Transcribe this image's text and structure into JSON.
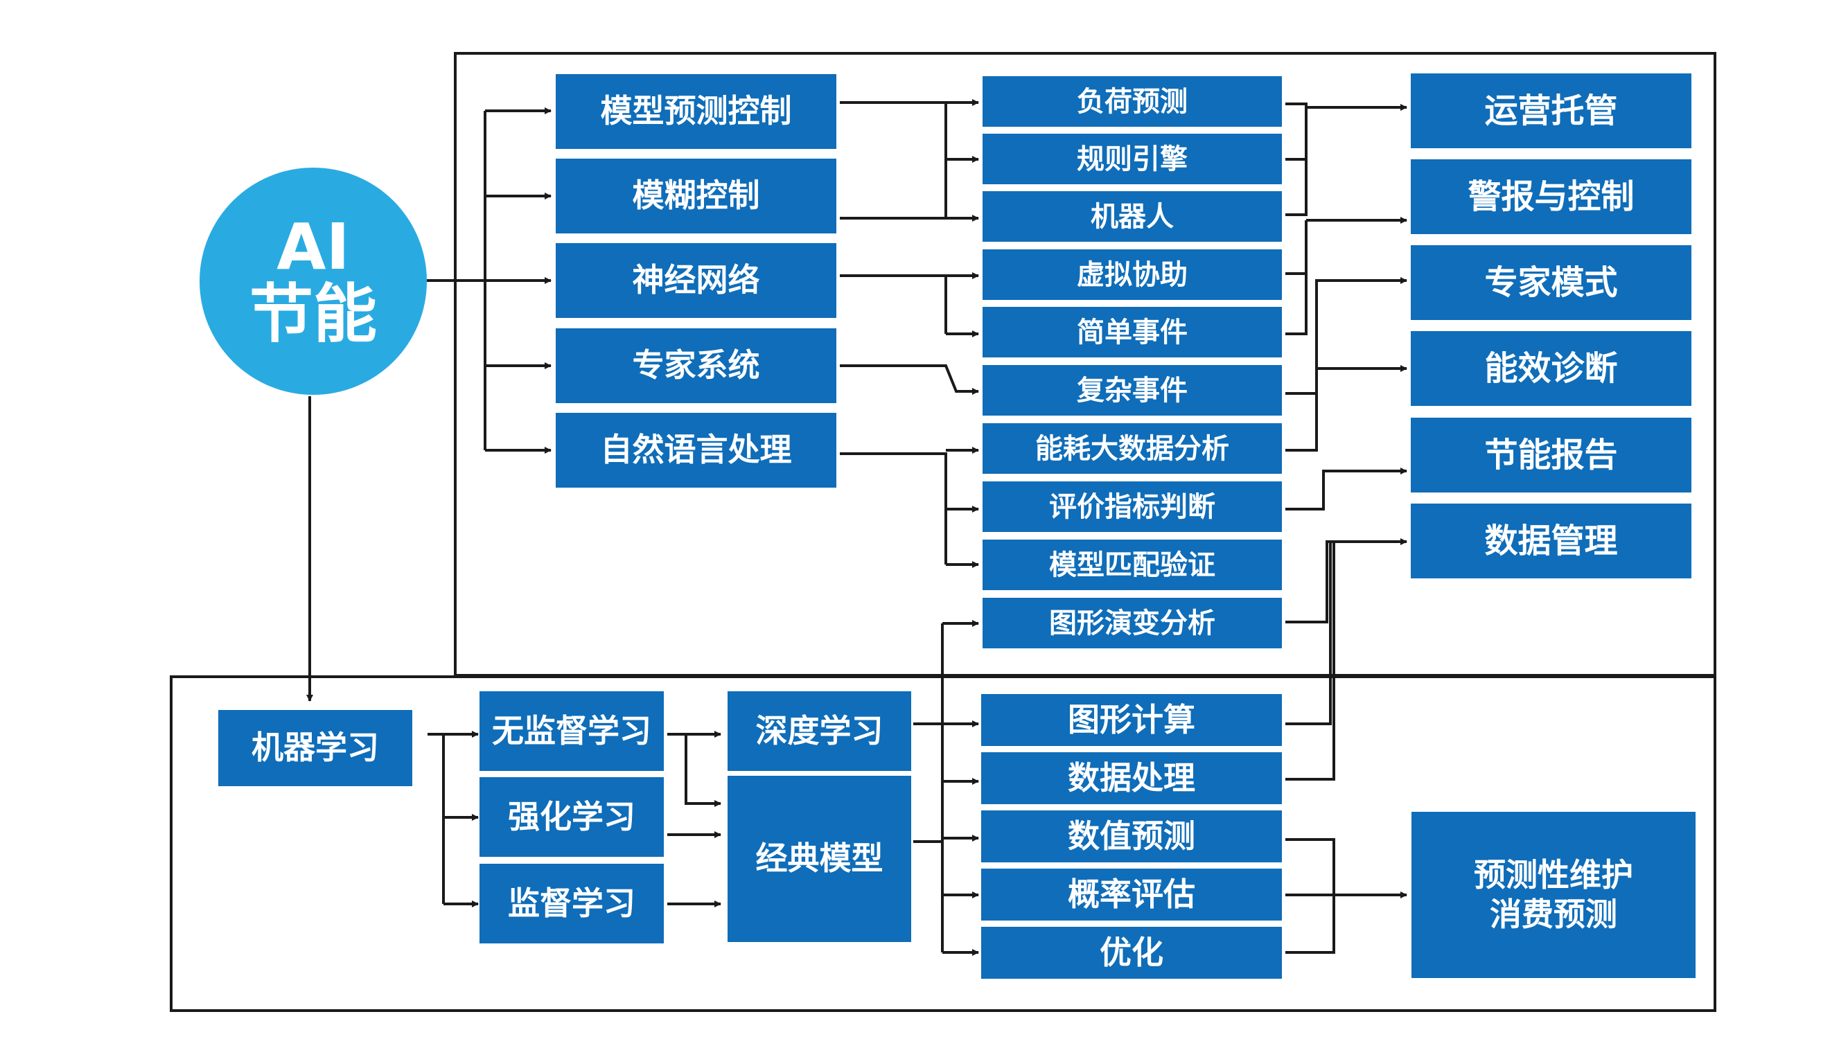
{
  "center": {
    "line1": "AI",
    "line2": "节能"
  },
  "methods": [
    "模型预测控制",
    "模糊控制",
    "神经网络",
    "专家系统",
    "自然语言处理"
  ],
  "scenarios": [
    "负荷预测",
    "规则引擎",
    "机器人",
    "虚拟协助",
    "简单事件",
    "复杂事件",
    "能耗大数据分析",
    "评价指标判断",
    "模型匹配验证",
    "图形演变分析"
  ],
  "applications": [
    "运营托管",
    "警报与控制",
    "专家模式",
    "能效诊断",
    "节能报告",
    "数据管理"
  ],
  "machine_learning": {
    "root": "机器学习",
    "types": [
      "无监督学习",
      "强化学习",
      "监督学习"
    ],
    "models": [
      "深度学习",
      "经典模型"
    ],
    "functions": [
      "图形计算",
      "数据处理",
      "数值预测",
      "概率评估",
      "优化"
    ],
    "result": {
      "line1": "预测性维护",
      "line2": "消费预测"
    }
  },
  "colors": {
    "box": "#0f6db9",
    "circle": "#29abe2",
    "line": "#1a1a1a"
  }
}
